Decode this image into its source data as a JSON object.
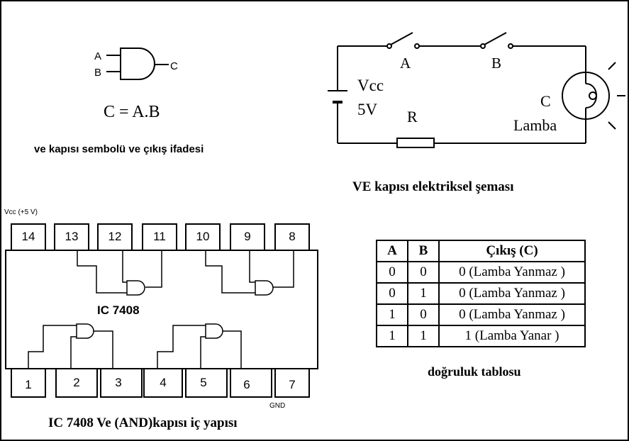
{
  "gate_symbol": {
    "inputs": [
      "A",
      "B"
    ],
    "output": "C",
    "expression": "C = A.B",
    "caption": "ve kapısı sembolü ve çıkış ifadesi"
  },
  "circuit": {
    "switches": [
      "A",
      "B"
    ],
    "source_label": "Vcc",
    "source_value": "5V",
    "resistor": "R",
    "lamp_letter": "C",
    "lamp_label": "Lamba",
    "caption": "VE kapısı elektriksel şeması"
  },
  "ic": {
    "vcc_label": "Vcc (+5 V)",
    "gnd_label": "GND",
    "name": "IC  7408",
    "top_pins": [
      "14",
      "13",
      "12",
      "11",
      "10",
      "9",
      "8"
    ],
    "bottom_pins": [
      "1",
      "2",
      "3",
      "4",
      "5",
      "6",
      "7"
    ],
    "caption": "IC 7408  Ve (AND)kapısı iç yapısı"
  },
  "truth_table": {
    "headers": [
      "A",
      "B",
      "Çıkış (C)"
    ],
    "rows": [
      [
        "0",
        "0",
        "0  (Lamba Yanmaz )"
      ],
      [
        "0",
        "1",
        "0  (Lamba Yanmaz )"
      ],
      [
        "1",
        "0",
        "0  (Lamba Yanmaz )"
      ],
      [
        "1",
        "1",
        "1  (Lamba Yanar )"
      ]
    ],
    "caption": "doğruluk tablosu"
  }
}
